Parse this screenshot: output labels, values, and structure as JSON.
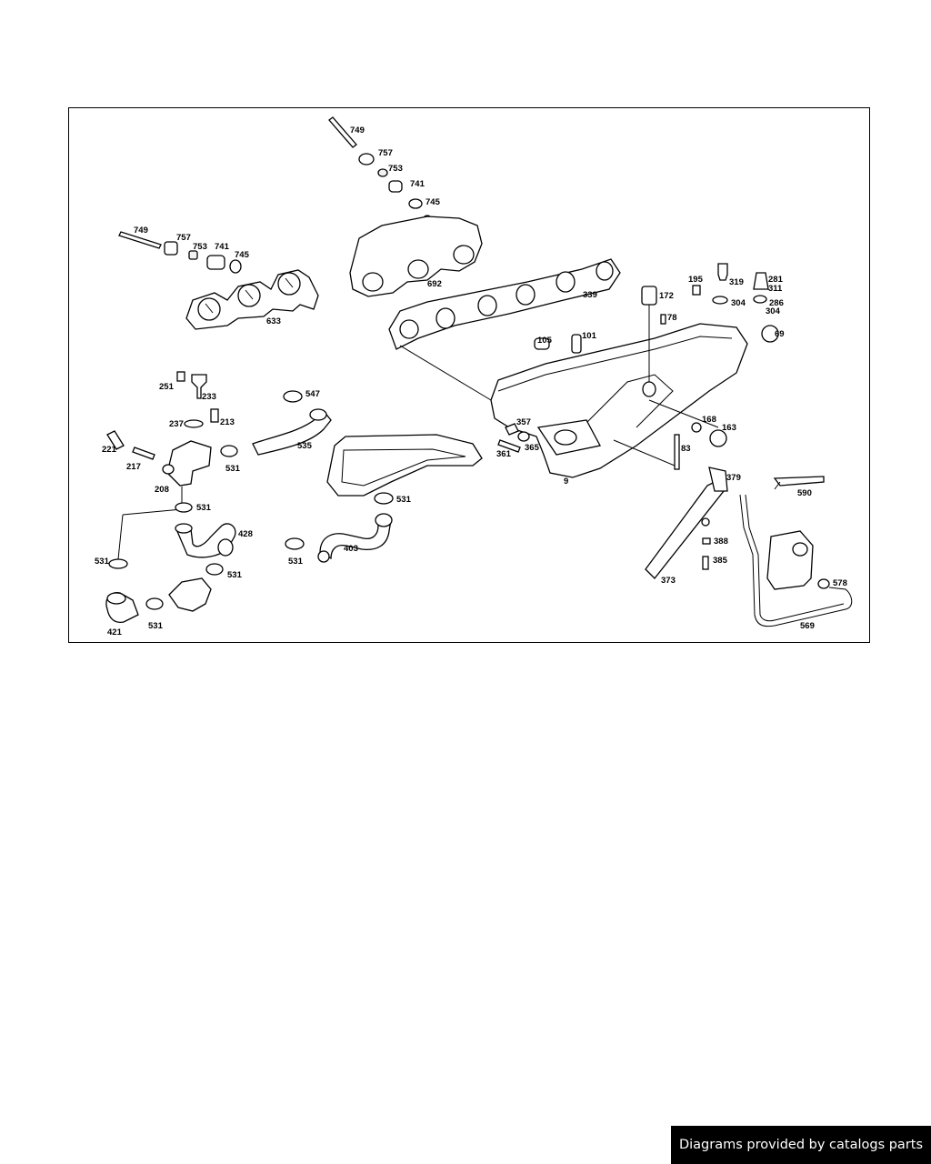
{
  "diagram": {
    "part_numbers": [
      "749",
      "757",
      "753",
      "741",
      "745",
      "749",
      "757",
      "753",
      "741",
      "745",
      "633",
      "692",
      "339",
      "172",
      "195",
      "319",
      "281",
      "311",
      "286",
      "304",
      "304",
      "78",
      "69",
      "105",
      "101",
      "251",
      "233",
      "237",
      "213",
      "547",
      "221",
      "217",
      "531",
      "535",
      "357",
      "365",
      "361",
      "9",
      "83",
      "168",
      "163",
      "379",
      "590",
      "208",
      "531",
      "531",
      "428",
      "531",
      "403",
      "388",
      "385",
      "373",
      "578",
      "531",
      "531",
      "531",
      "421",
      "569"
    ],
    "line_color": "#000000",
    "background_color": "#ffffff"
  },
  "footer": {
    "text": "Diagrams provided by catalogs parts"
  }
}
